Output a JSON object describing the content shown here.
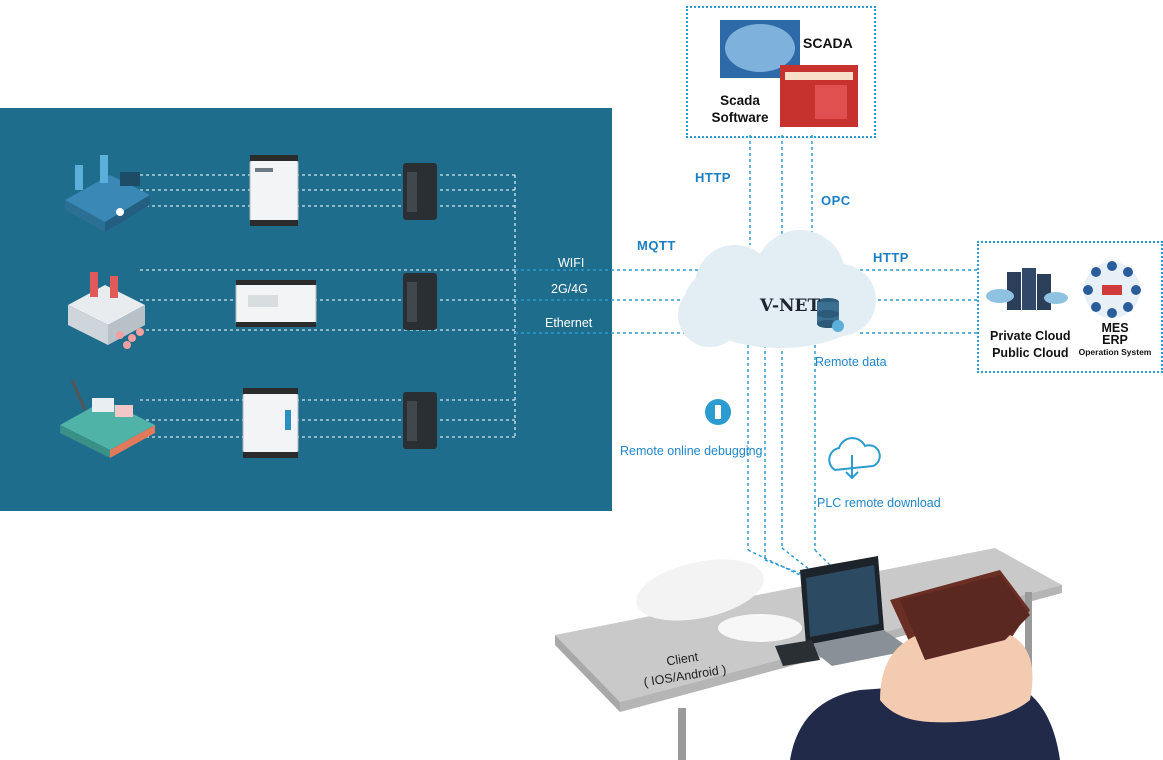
{
  "scada": {
    "label": "SCADA",
    "software_line1": "Scada",
    "software_line2": "Software"
  },
  "protocols": {
    "http_top": "HTTP",
    "opc": "OPC",
    "mqtt": "MQTT",
    "http_right": "HTTP"
  },
  "networks": {
    "wifi": "WIFI",
    "cellular": "2G/4G",
    "ethernet": "Ethernet"
  },
  "cloud": {
    "title": "V-NET",
    "remote_data": "Remote data"
  },
  "right": {
    "private_cloud": "Private Cloud",
    "public_cloud": "Public Cloud",
    "mes": "MES",
    "erp": "ERP",
    "operation_system": "Operation System"
  },
  "features": {
    "remote_debugging": "Remote online debugging",
    "plc_download": "PLC remote download"
  },
  "client": {
    "line1": "Client",
    "line2": "( IOS/Android )"
  },
  "colors": {
    "panel": "#1f6d8c",
    "accent": "#1a7fc4",
    "dotted": "#2b9bd0",
    "desk": "#c9c9c9"
  }
}
